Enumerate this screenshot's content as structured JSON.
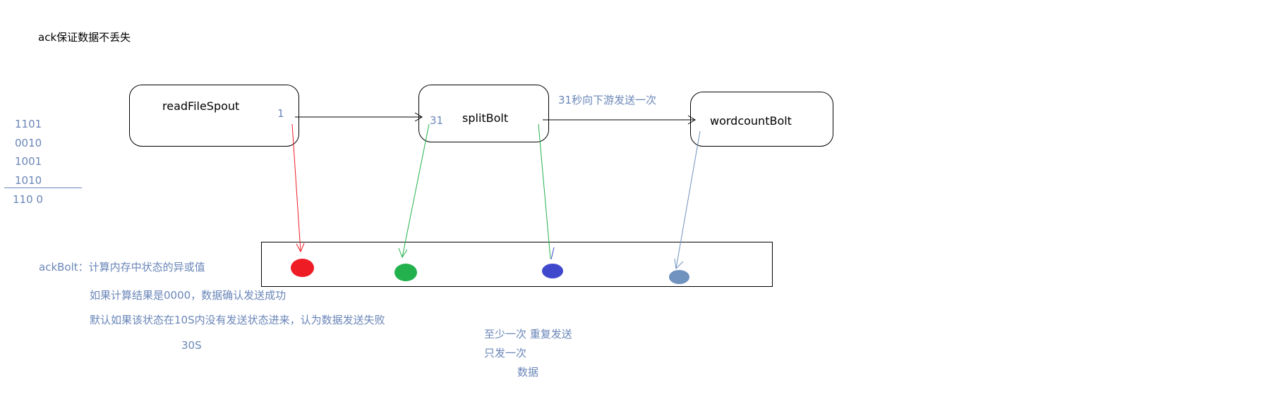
{
  "title": "ack保证数据不丢失",
  "nodes": {
    "spout": {
      "label": "readFileSpout",
      "port": "1"
    },
    "split": {
      "label": "splitBolt",
      "port": "31"
    },
    "wordcount": {
      "label": "wordcountBolt"
    }
  },
  "edge_label_split_to_wordcount": "31秒向下游发送一次",
  "xor_example": {
    "operands": [
      "1101",
      "0010",
      "1001",
      "1010"
    ],
    "result": "110 0"
  },
  "acker_notes": [
    "ackBolt：计算内存中状态的异或值",
    "如果计算结果是0000，数据确认发送成功",
    "默认如果该状态在10S内没有发送状态进来，认为数据发送失败",
    "30S"
  ],
  "semantics_notes": [
    "至少一次 重复发送",
    "只发一次",
    "数据"
  ],
  "colors": {
    "red": "#ee1c25",
    "green": "#22b14c",
    "blue": "#3f48cc",
    "slate": "#7092be",
    "text_blue": "#6a86b8"
  }
}
